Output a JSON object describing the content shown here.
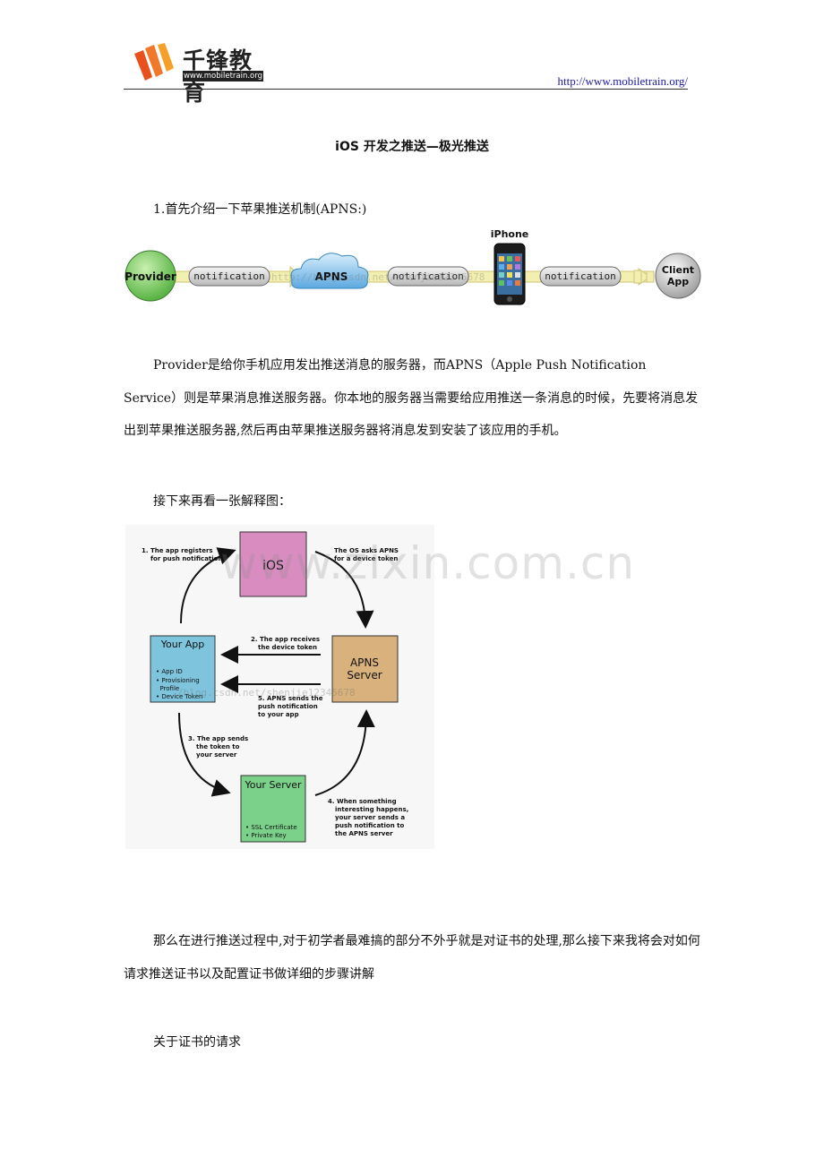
{
  "header": {
    "brand": "千锋教育",
    "site": "www.mobiletrain.org",
    "url": "http://www.mobiletrain.org/"
  },
  "title": "iOS 开发之推送—极光推送",
  "sections": {
    "intro": "1.首先介绍一下苹果推送机制(APNS:)",
    "provider_paragraph": "Provider是给你手机应用发出推送消息的服务器，而APNS（Apple Push Notification Service）则是苹果消息推送服务器。你本地的服务器当需要给应用推送一条消息的时候，先要将消息发出到苹果推送服务器,然后再由苹果推送服务器将消息发到安装了该应用的手机。",
    "next_figure": "接下来再看一张解释图：",
    "difficulty": "那么在进行推送过程中,对于初学者最难搞的部分不外乎就是对证书的处理,那么接下来我将会对如何请求推送证书以及配置证书做详细的步骤讲解",
    "cert_heading": "关于证书的请求"
  },
  "flow_diagram": {
    "provider": "Provider",
    "notification": "notification",
    "apns": "APNS",
    "iphone": "iPhone",
    "client_line1": "Client",
    "client_line2": "App",
    "watermark": "http://blog.csdn.net/shenjie12345678"
  },
  "registration_diagram": {
    "ios": "iOS",
    "your_app": "Your App",
    "app_bullets": [
      "• App ID",
      "• Provisioning",
      "  Profile",
      "• Device Token"
    ],
    "apns_line1": "APNS",
    "apns_line2": "Server",
    "your_server": "Your Server",
    "server_bullets": [
      "• SSL Certificate",
      "• Private Key"
    ],
    "step1": [
      "1. The app registers",
      "for push notifications"
    ],
    "step_os": [
      "The OS asks APNS",
      "for a device token"
    ],
    "step2": [
      "2. The app receives",
      "the device token"
    ],
    "step3": [
      "3. The app sends",
      "the token to",
      "your server"
    ],
    "step4": [
      "4. When something",
      "interesting happens,",
      "your server sends a",
      "push notification to",
      "the APNS server"
    ],
    "step5": [
      "5. APNS sends the",
      "push notification",
      "to your app"
    ],
    "watermark": "/blog.csdn.net/shenjie12345678",
    "colors": {
      "ios": "#d98cc0",
      "your_app": "#7ec4dc",
      "apns": "#d8b17c",
      "your_server": "#7bd18a"
    }
  },
  "page_watermark": "www.zixin.com.cn"
}
